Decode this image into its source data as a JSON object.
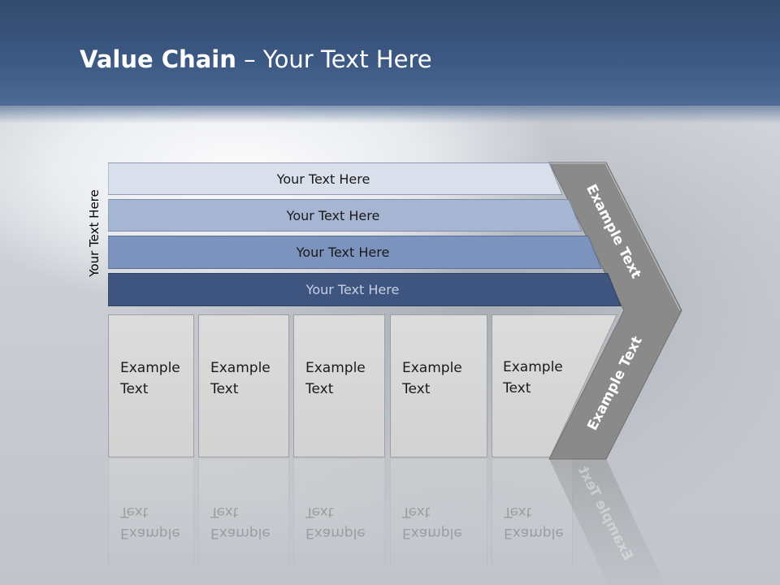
{
  "slide": {
    "title_bold": "Value Chain",
    "title_rest": " – Your Text Here",
    "side_label": "Your Text Here"
  },
  "bands": [
    {
      "label": "Your Text Here",
      "color": "#d9dfeb",
      "text_color": "#1a1a1a"
    },
    {
      "label": "Your Text Here",
      "color": "#a6b6d2",
      "text_color": "#1a1a1a"
    },
    {
      "label": "Your Text Here",
      "color": "#7b93bd",
      "text_color": "#1a1a1a"
    },
    {
      "label": "Your Text Here",
      "color": "#3e5580",
      "text_color": "#c6d0e2"
    }
  ],
  "boxes": [
    {
      "line1": "Example",
      "line2": "Text"
    },
    {
      "line1": "Example",
      "line2": "Text"
    },
    {
      "line1": "Example",
      "line2": "Text"
    },
    {
      "line1": "Example",
      "line2": "Text"
    },
    {
      "line1": "Example",
      "line2": "Text"
    }
  ],
  "chevron": {
    "upper_label": "Example Text",
    "lower_label": "Example Text",
    "color": "#8a8a8a"
  }
}
